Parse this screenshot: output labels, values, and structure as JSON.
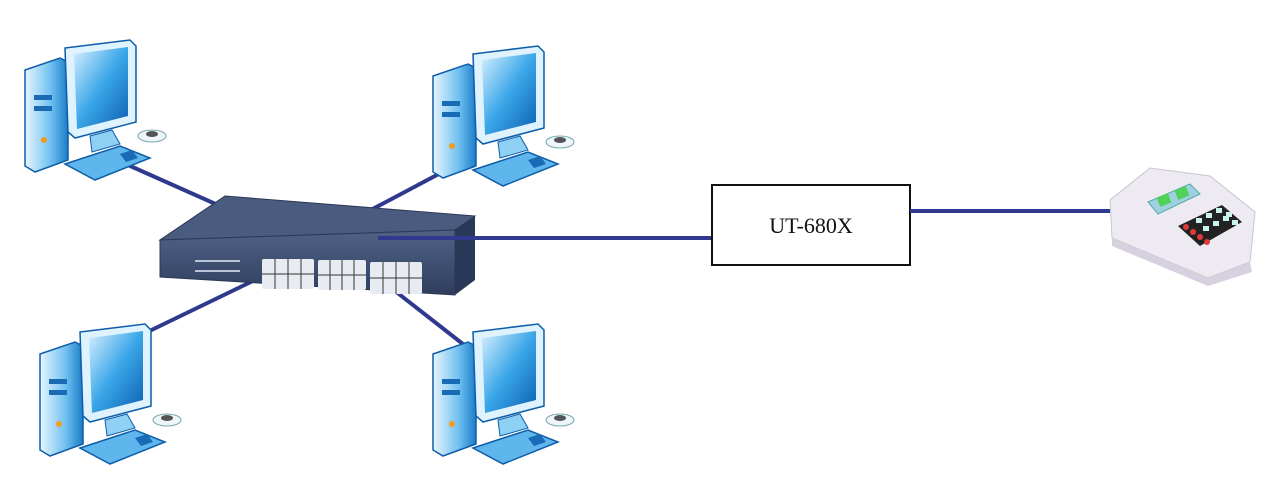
{
  "diagram": {
    "converter_label": "UT-680X",
    "link_color": "#2f3a8f",
    "nodes": [
      "computer-top-left",
      "computer-top-right",
      "computer-bottom-left",
      "computer-bottom-right",
      "network-switch",
      "converter",
      "terminal-device"
    ]
  }
}
